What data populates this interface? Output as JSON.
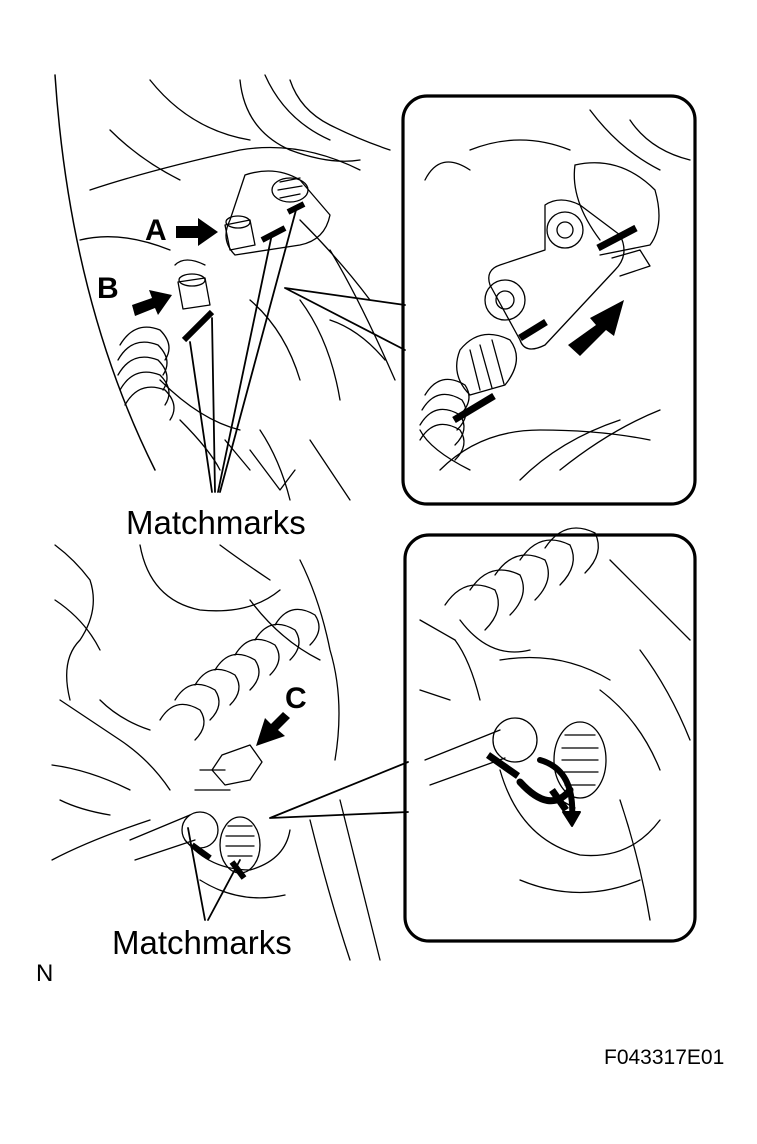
{
  "labels": {
    "callout_a": "A",
    "callout_b": "B",
    "callout_c": "C",
    "matchmarks_top": "Matchmarks",
    "matchmarks_bottom": "Matchmarks",
    "corner_mark": "N",
    "figure_code": "F043317E01"
  },
  "colors": {
    "line": "#000000",
    "background": "#ffffff"
  }
}
